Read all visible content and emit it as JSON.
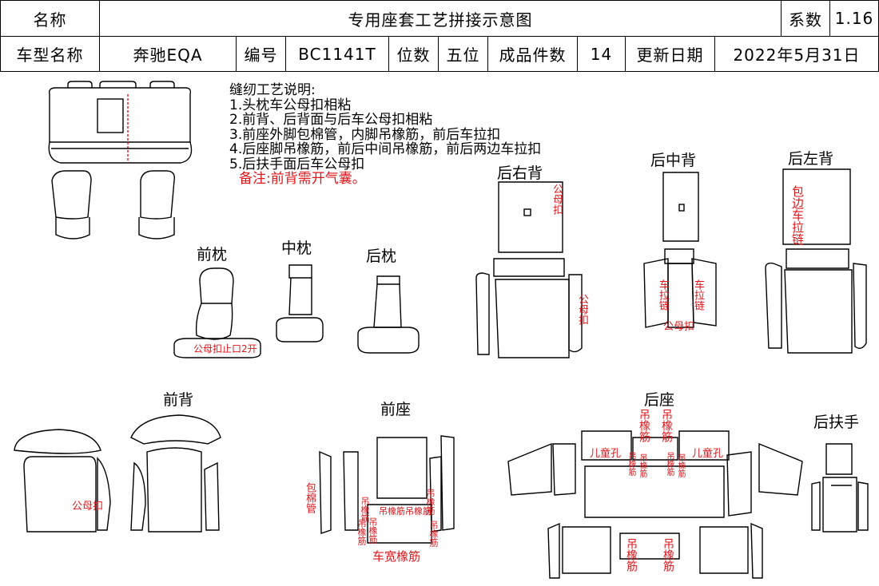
{
  "header": {
    "name_label": "名称",
    "doc_title": "专用座套工艺拼接示意图",
    "coef_label": "系数",
    "coef_value": "1.16",
    "model_label": "车型名称",
    "model_value": "奔驰EQA",
    "code_label": "编号",
    "code_value": "BC1141T",
    "seat_label": "位数",
    "seat_value": "五位",
    "count_label": "成品件数",
    "count_value": "14",
    "date_label": "更新日期",
    "date_value": "2022年5月31日"
  },
  "notes": {
    "title": "缝纫工艺说明:",
    "items": [
      "1.头枕车公母扣相粘",
      "2.前背、后背面与后车公母扣相粘",
      "3.前座外脚包棉管，内脚吊橡筋，前后车拉扣",
      "4.后座脚吊橡筋，前后中间吊橡筋，前后两边车拉扣",
      "5.后扶手面后车公母扣"
    ],
    "remark": "备注:前背需开气囊。"
  },
  "sections": {
    "front_headrest": "前枕",
    "middle_headrest": "中枕",
    "rear_headrest": "后枕",
    "rear_right_back": "后右背",
    "rear_middle_back": "后中背",
    "rear_left_back": "后左背",
    "front_back": "前背",
    "front_seat": "前座",
    "rear_seat": "后座",
    "rear_armrest": "后扶手"
  },
  "annotations": {
    "snap_v": "公母扣",
    "snap_v2": "公母扣",
    "zip_left": "车拉链",
    "zip_right": "车拉链",
    "snap_mid": "公母扣",
    "edge_zip": "包边车拉链",
    "headrest_snap": "公母扣止口2开",
    "front_back_snap": "公母扣",
    "cotton_tube": "包棉管",
    "elastic_a": "吊橡筋",
    "elastic_b": "吊橡筋",
    "elastic_row": "吊橡筋吊橡筋",
    "elastic_c": "吊橡筋",
    "elastic_d": "吊橡筋",
    "elastic_e": "吊橡筋",
    "car_width_elastic": "车宽橡筋",
    "rear_elastic_1": "吊橡筋",
    "rear_elastic_2": "吊橡筋",
    "child_hole_l": "儿童孔",
    "child_hole_r": "儿童孔",
    "rear_small_1": "吊橡筋",
    "rear_small_2": "吊橡筋",
    "rear_small_3": "吊橡筋",
    "rear_small_4": "吊橡筋",
    "rear_bottom_1": "吊橡筋",
    "rear_bottom_2": "吊橡筋"
  },
  "colors": {
    "annotation": "#e0161b",
    "line": "#000000"
  }
}
